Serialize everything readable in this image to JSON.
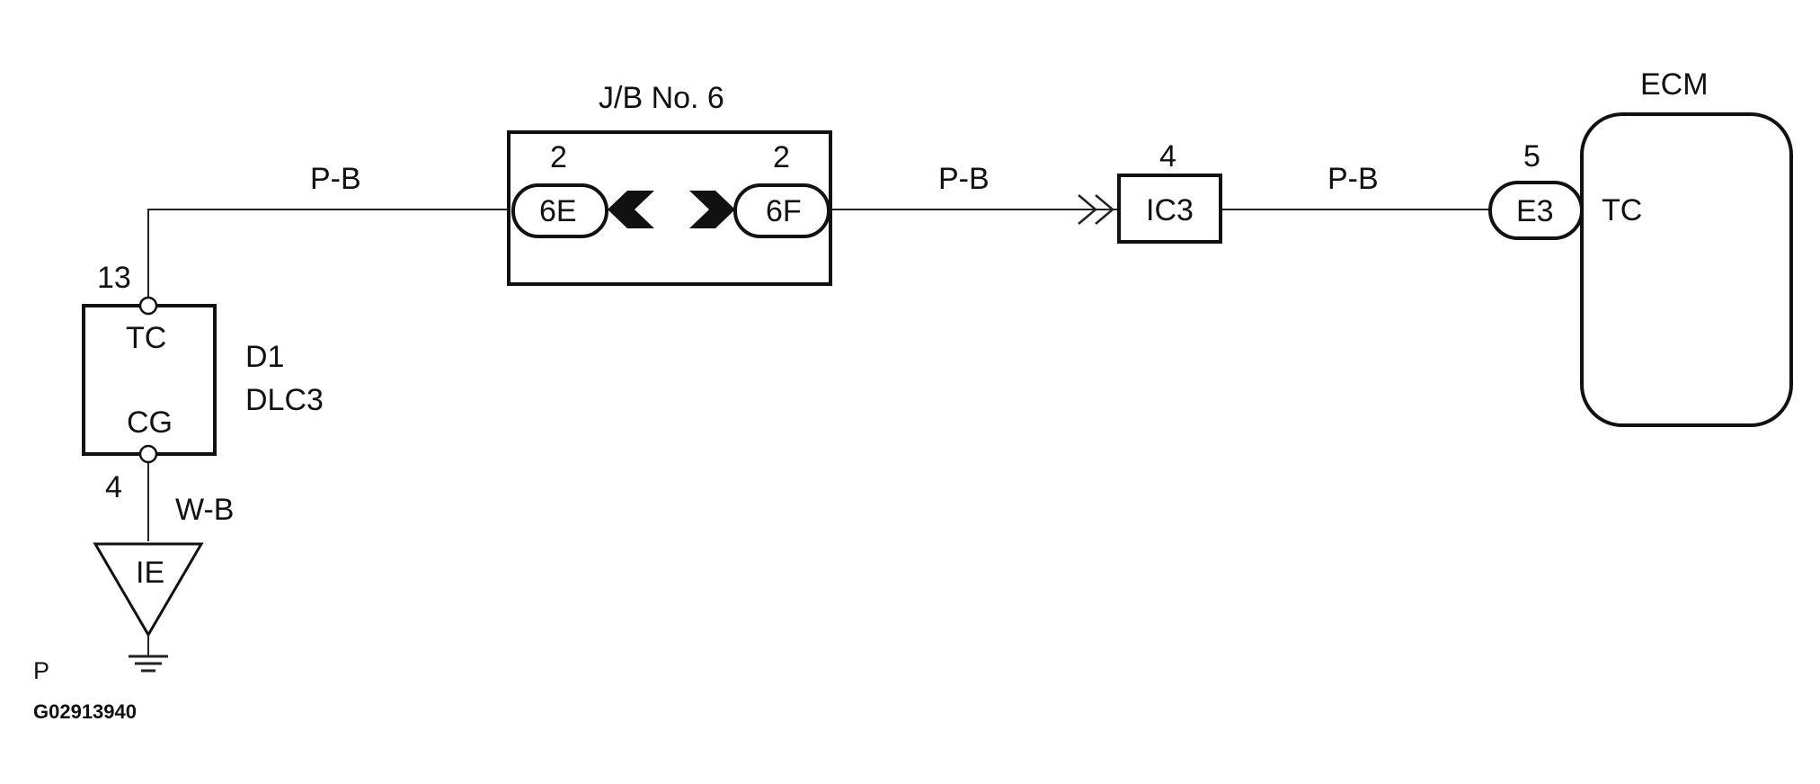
{
  "jb": {
    "title": "J/B No. 6",
    "left_pin": "2",
    "left_connector": "6E",
    "right_pin": "2",
    "right_connector": "6F"
  },
  "wires": {
    "dlc_to_jb": "P-B",
    "jb_to_ic3": "P-B",
    "ic3_to_ecm": "P-B",
    "dlc_to_ground": "W-B"
  },
  "dlc": {
    "id": "D1",
    "name": "DLC3",
    "tc_pin_no": "13",
    "tc_label": "TC",
    "cg_label": "CG",
    "cg_pin_no": "4"
  },
  "ic3": {
    "pin_no": "4",
    "label": "IC3"
  },
  "ecm": {
    "title": "ECM",
    "connector_pin": "5",
    "connector": "E3",
    "terminal": "TC"
  },
  "ground": {
    "label": "IE"
  },
  "footer": {
    "code": "P",
    "figure_id": "G02913940"
  },
  "colors": {
    "line": "#111111",
    "background": "#ffffff"
  }
}
